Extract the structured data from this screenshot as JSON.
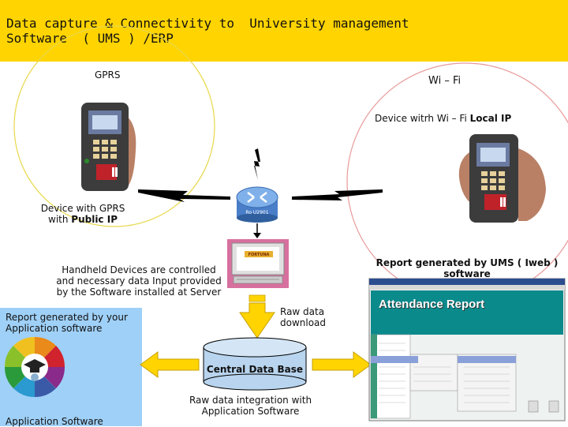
{
  "header": {
    "title_line1": "Data capture & Connectivity to  University management",
    "title_line2": "Software  ( UMS ) /ERP"
  },
  "labels": {
    "gprs": "GPRS",
    "wifi": "Wi – Fi",
    "device_wifi_prefix": "Device witrh Wi – Fi  ",
    "device_wifi_bold": "Local IP",
    "device_gprs_line1": "Device with GPRS",
    "device_gprs_line2_prefix": "with ",
    "device_gprs_line2_bold": "Public IP",
    "router_label": "Ro U2901",
    "handheld_line1": "Handheld  Devices are controlled",
    "handheld_line2": "and necessary data Input provided",
    "handheld_line3": "by the Software installed at Server",
    "report_ums_line1": "Report generated by UMS ( Iweb )",
    "report_ums_line2": "software",
    "attendance_report": "Attendance Report",
    "report_app_line1": "Report generated by your",
    "report_app_line2": "Application software",
    "raw_download_line1": "Raw data",
    "raw_download_line2": "download",
    "central_db": "Central Data Base",
    "raw_integration_line1": "Raw data integration with",
    "raw_integration_line2": "Application Software",
    "app_software": "Application Software",
    "device_brand": "FORTUNA"
  },
  "colors": {
    "header_bg": "#ffd400",
    "panel_bg": "#9fd0f7",
    "arrow_fill": "#ffd400",
    "db_fill": "#b8d4ee",
    "circle_left": "#e8d84a",
    "circle_right": "#e89a9a"
  }
}
